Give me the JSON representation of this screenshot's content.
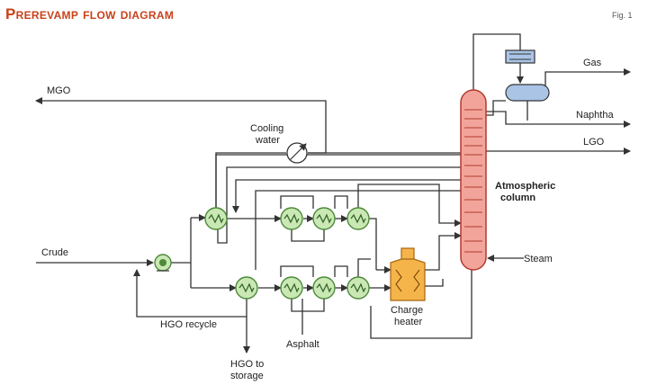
{
  "title": "Prerevamp flow diagram",
  "fig_label": "Fig. 1",
  "labels": {
    "mgo": "MGO",
    "gas": "Gas",
    "naphtha": "Naphtha",
    "lgo": "LGO",
    "cooling_water_1": "Cooling",
    "cooling_water_2": "water",
    "column_1": "Atmospheric",
    "column_2": "column",
    "crude": "Crude",
    "steam": "Steam",
    "charge_heater_1": "Charge",
    "charge_heater_2": "heater",
    "hgo_recycle": "HGO recycle",
    "hgo_storage_1": "HGO to",
    "hgo_storage_2": "storage",
    "asphalt": "Asphalt"
  },
  "colors": {
    "title": "#c8411b",
    "column_fill": "#f2a49a",
    "column_stroke": "#b23a2e",
    "exchanger_fill": "#c9e8b4",
    "exchanger_stroke": "#4e8a3a",
    "heater_fill": "#f5b44a",
    "drum_fill": "#aac4e6",
    "line": "#333333"
  },
  "icons": {
    "exchanger": "heat-exchanger-icon",
    "pump": "pump-icon",
    "cooler": "cooler-icon",
    "heater": "charge-heater-icon",
    "drum": "reflux-drum-icon",
    "condenser": "condenser-icon"
  }
}
